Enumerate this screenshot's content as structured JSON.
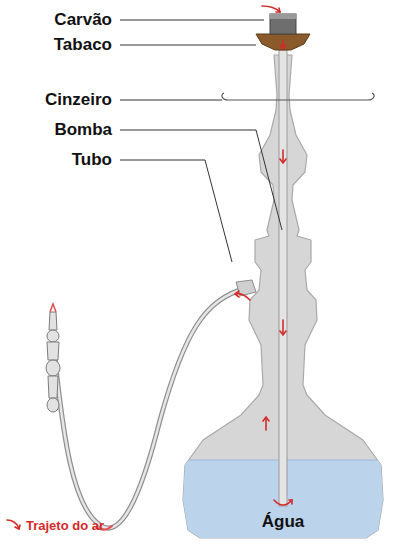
{
  "diagram": {
    "labels": [
      "Carvão",
      "Tabaco",
      "Cinzeiro",
      "Bomba",
      "Tubo",
      "Água"
    ],
    "legend": [
      {
        "text": "Trajeto do ar"
      }
    ]
  }
}
